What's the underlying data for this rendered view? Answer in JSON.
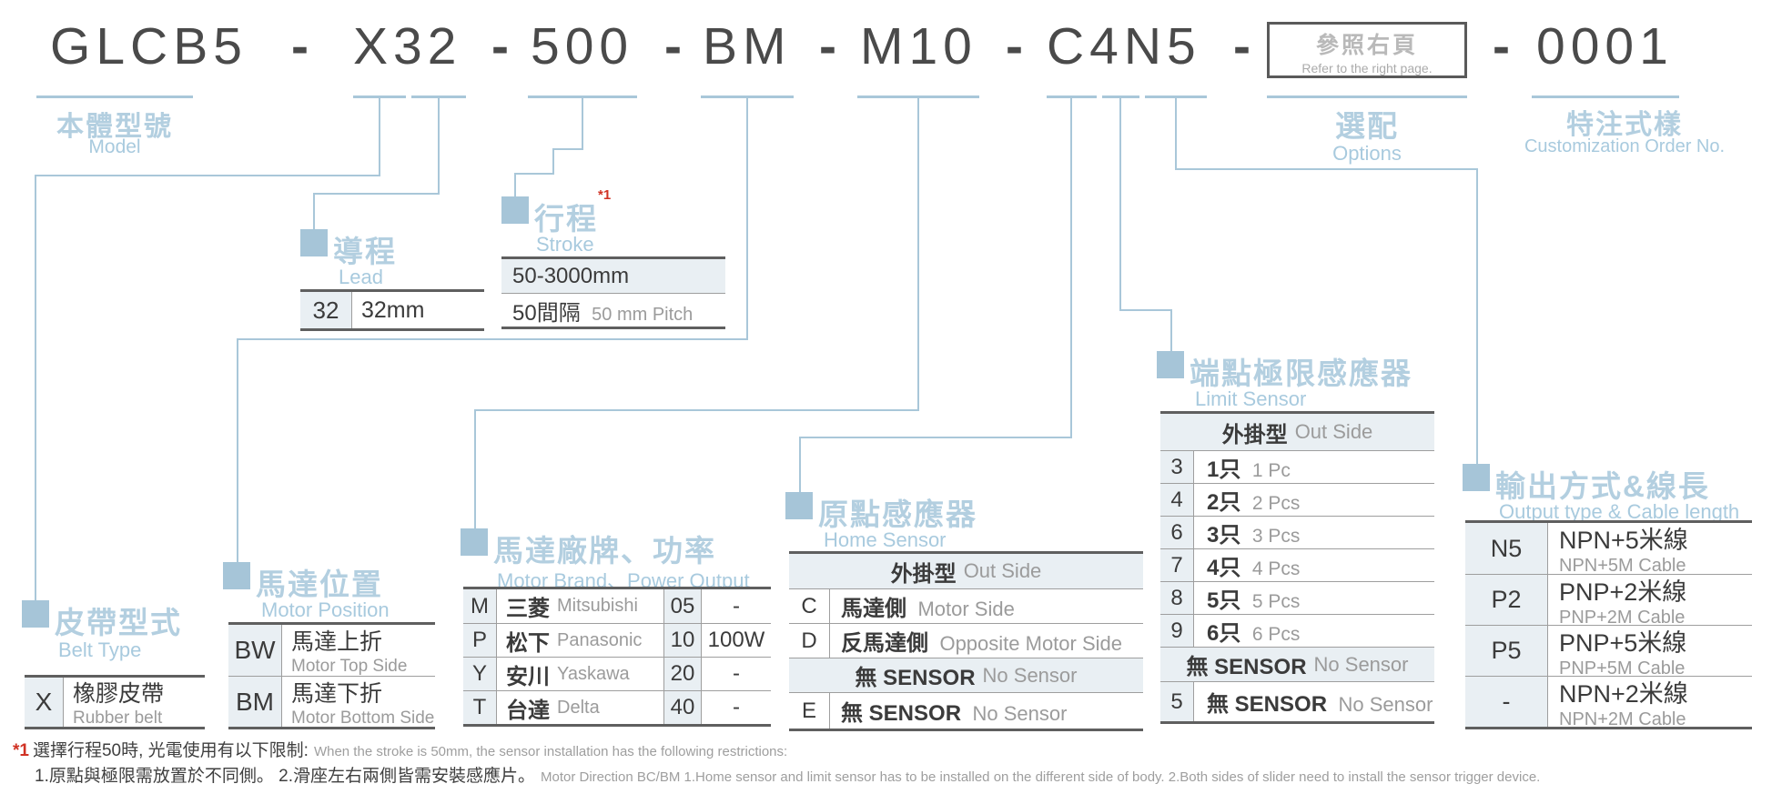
{
  "colors": {
    "accent_blue": "#a9c7d9",
    "title_blue": "#b3cfe0",
    "shade_bg": "#e9eff3",
    "dark_text": "#4a4a4a",
    "note_red": "#d03224"
  },
  "model": {
    "separator": "-",
    "segments": [
      "GLCB5",
      "X32",
      "500",
      "BM",
      "M10",
      "C4N5"
    ],
    "custom_no": "0001",
    "options_box": {
      "zh": "參照右頁",
      "en": "Refer to the right page."
    },
    "labels": {
      "model_zh": "本體型號",
      "model_en": "Model",
      "options_zh": "選配",
      "options_en": "Options",
      "custom_zh": "特注式樣",
      "custom_en": "Customization Order No."
    }
  },
  "sections": {
    "belt": {
      "title_zh": "皮帶型式",
      "title_en": "Belt Type",
      "rows": [
        {
          "code": "X",
          "zh": "橡膠皮帶",
          "en": "Rubber belt"
        }
      ]
    },
    "lead": {
      "title_zh": "導程",
      "title_en": "Lead",
      "rows": [
        {
          "code": "32",
          "value": "32mm"
        }
      ]
    },
    "stroke": {
      "title_zh": "行程",
      "title_en": "Stroke",
      "note_ref": "*1",
      "range": "50-3000mm",
      "pitch_zh": "50間隔",
      "pitch_en": "50 mm Pitch"
    },
    "motor_position": {
      "title_zh": "馬達位置",
      "title_en": "Motor Position",
      "rows": [
        {
          "code": "BW",
          "zh": "馬達上折",
          "en": "Motor Top Side"
        },
        {
          "code": "BM",
          "zh": "馬達下折",
          "en": "Motor Bottom Side"
        }
      ]
    },
    "motor_brand": {
      "title_zh": "馬達廠牌、功率",
      "title_en": "Motor Brand、Power Output",
      "rows": [
        {
          "code": "M",
          "brand_zh": "三菱",
          "brand_en": "Mitsubishi",
          "power_code": "05",
          "power": "-"
        },
        {
          "code": "P",
          "brand_zh": "松下",
          "brand_en": "Panasonic",
          "power_code": "10",
          "power": "100W"
        },
        {
          "code": "Y",
          "brand_zh": "安川",
          "brand_en": "Yaskawa",
          "power_code": "20",
          "power": "-"
        },
        {
          "code": "T",
          "brand_zh": "台達",
          "brand_en": "Delta",
          "power_code": "40",
          "power": "-"
        }
      ]
    },
    "home_sensor": {
      "title_zh": "原點感應器",
      "title_en": "Home Sensor",
      "group1_zh": "外掛型",
      "group1_en": "Out Side",
      "rows": [
        {
          "code": "C",
          "zh": "馬達側",
          "en": "Motor Side"
        },
        {
          "code": "D",
          "zh": "反馬達側",
          "en": "Opposite Motor Side"
        }
      ],
      "group2_zh": "無 SENSOR",
      "group2_en": "No Sensor",
      "row_e": {
        "code": "E",
        "zh": "無 SENSOR",
        "en": "No Sensor"
      }
    },
    "limit_sensor": {
      "title_zh": "端點極限感應器",
      "title_en": "Limit Sensor",
      "group1_zh": "外掛型",
      "group1_en": "Out Side",
      "rows": [
        {
          "code": "3",
          "zh": "1只",
          "en": "1 Pc"
        },
        {
          "code": "4",
          "zh": "2只",
          "en": "2 Pcs"
        },
        {
          "code": "6",
          "zh": "3只",
          "en": "3 Pcs"
        },
        {
          "code": "7",
          "zh": "4只",
          "en": "4 Pcs"
        },
        {
          "code": "8",
          "zh": "5只",
          "en": "5 Pcs"
        },
        {
          "code": "9",
          "zh": "6只",
          "en": "6 Pcs"
        }
      ],
      "group2_zh": "無 SENSOR",
      "group2_en": "No Sensor",
      "row_5": {
        "code": "5",
        "zh": "無 SENSOR",
        "en": "No Sensor"
      }
    },
    "output": {
      "title_zh": "輸出方式&線長",
      "title_en": "Output type & Cable length",
      "rows": [
        {
          "code": "N5",
          "zh": "NPN+5米線",
          "en": "NPN+5M Cable"
        },
        {
          "code": "P2",
          "zh": "PNP+2米線",
          "en": "PNP+2M Cable"
        },
        {
          "code": "P5",
          "zh": "PNP+5米線",
          "en": "PNP+5M Cable"
        },
        {
          "code": "-",
          "zh": "NPN+2米線",
          "en": "NPN+2M Cable"
        }
      ]
    }
  },
  "footnote": {
    "ref": "*1",
    "line1_zh": "選擇行程50時, 光電使用有以下限制:",
    "line1_en": "When the stroke is 50mm, the sensor installation has  the following restrictions:",
    "line2_zh": "1.原點與極限需放置於不同側。 2.滑座左右兩側皆需安裝感應片。",
    "line2_en": "Motor Direction BC/BM 1.Home sensor and limit sensor has to be installed on the different side of body.  2.Both sides of slider need to install the sensor trigger device."
  }
}
